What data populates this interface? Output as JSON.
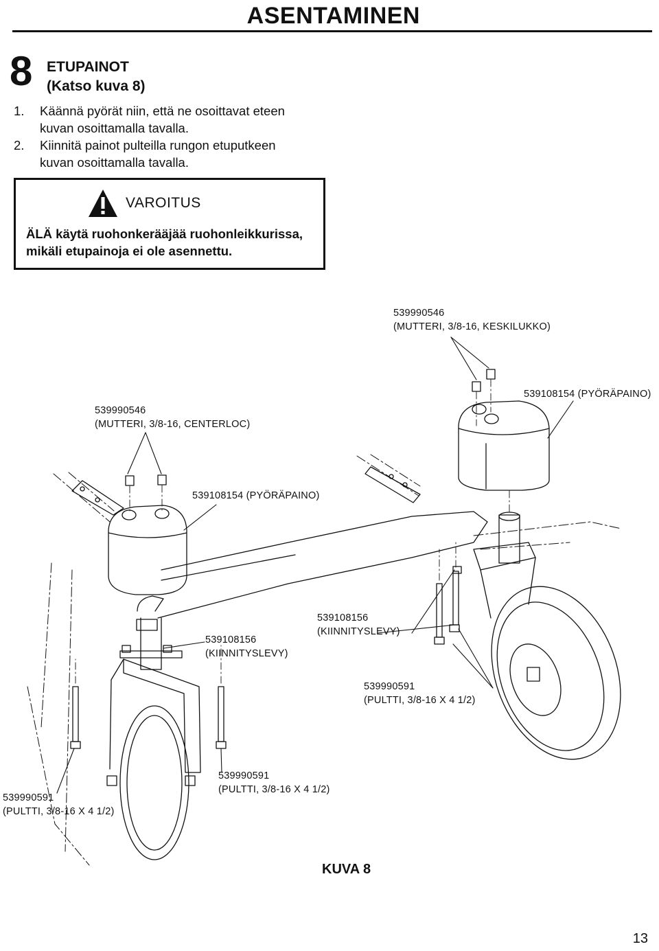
{
  "header": {
    "title": "ASENTAMINEN"
  },
  "step": {
    "number": "8",
    "title_line1": "ETUPAINOT",
    "title_line2": "(Katso kuva 8)"
  },
  "instructions": [
    {
      "num": "1.",
      "line1": "Käännä pyörät niin, että ne osoittavat eteen",
      "line2": "kuvan osoittamalla tavalla."
    },
    {
      "num": "2.",
      "line1": "Kiinnitä painot pulteilla rungon etuputkeen",
      "line2": "kuvan osoittamalla tavalla."
    }
  ],
  "warning": {
    "icon": "warning-triangle-icon",
    "title": "VAROITUS",
    "line1": "ÄLÄ käytä ruohonkerääjää ruohonleikkurissa,",
    "line2": "mikäli etupainoja ei ole asennettu."
  },
  "callouts": {
    "nut_right": {
      "part": "539990546",
      "desc": "(MUTTERI, 3/8-16, KESKILUKKO)"
    },
    "weight_right": {
      "text": "539108154 (PYÖRÄPAINO)"
    },
    "nut_left": {
      "part": "539990546",
      "desc": "(MUTTERI, 3/8-16, CENTERLOC)"
    },
    "weight_left": {
      "text": "539108154 (PYÖRÄPAINO)"
    },
    "plate_right": {
      "part": "539108156",
      "desc": "(KIINNITYSLEVY)"
    },
    "plate_left": {
      "part": "539108156",
      "desc": "(KIINNITYSLEVY)"
    },
    "bolt_right": {
      "part": "539990591",
      "desc": "(PULTTI, 3/8-16 X 4 1/2)"
    },
    "bolt_center": {
      "part": "539990591",
      "desc": "(PULTTI, 3/8-16 X 4 1/2)"
    },
    "bolt_left": {
      "part": "539990591",
      "desc": "(PULTTI, 3/8-16 X 4 1/2)"
    }
  },
  "figure": {
    "title": "KUVA 8"
  },
  "page": {
    "number": "13"
  }
}
